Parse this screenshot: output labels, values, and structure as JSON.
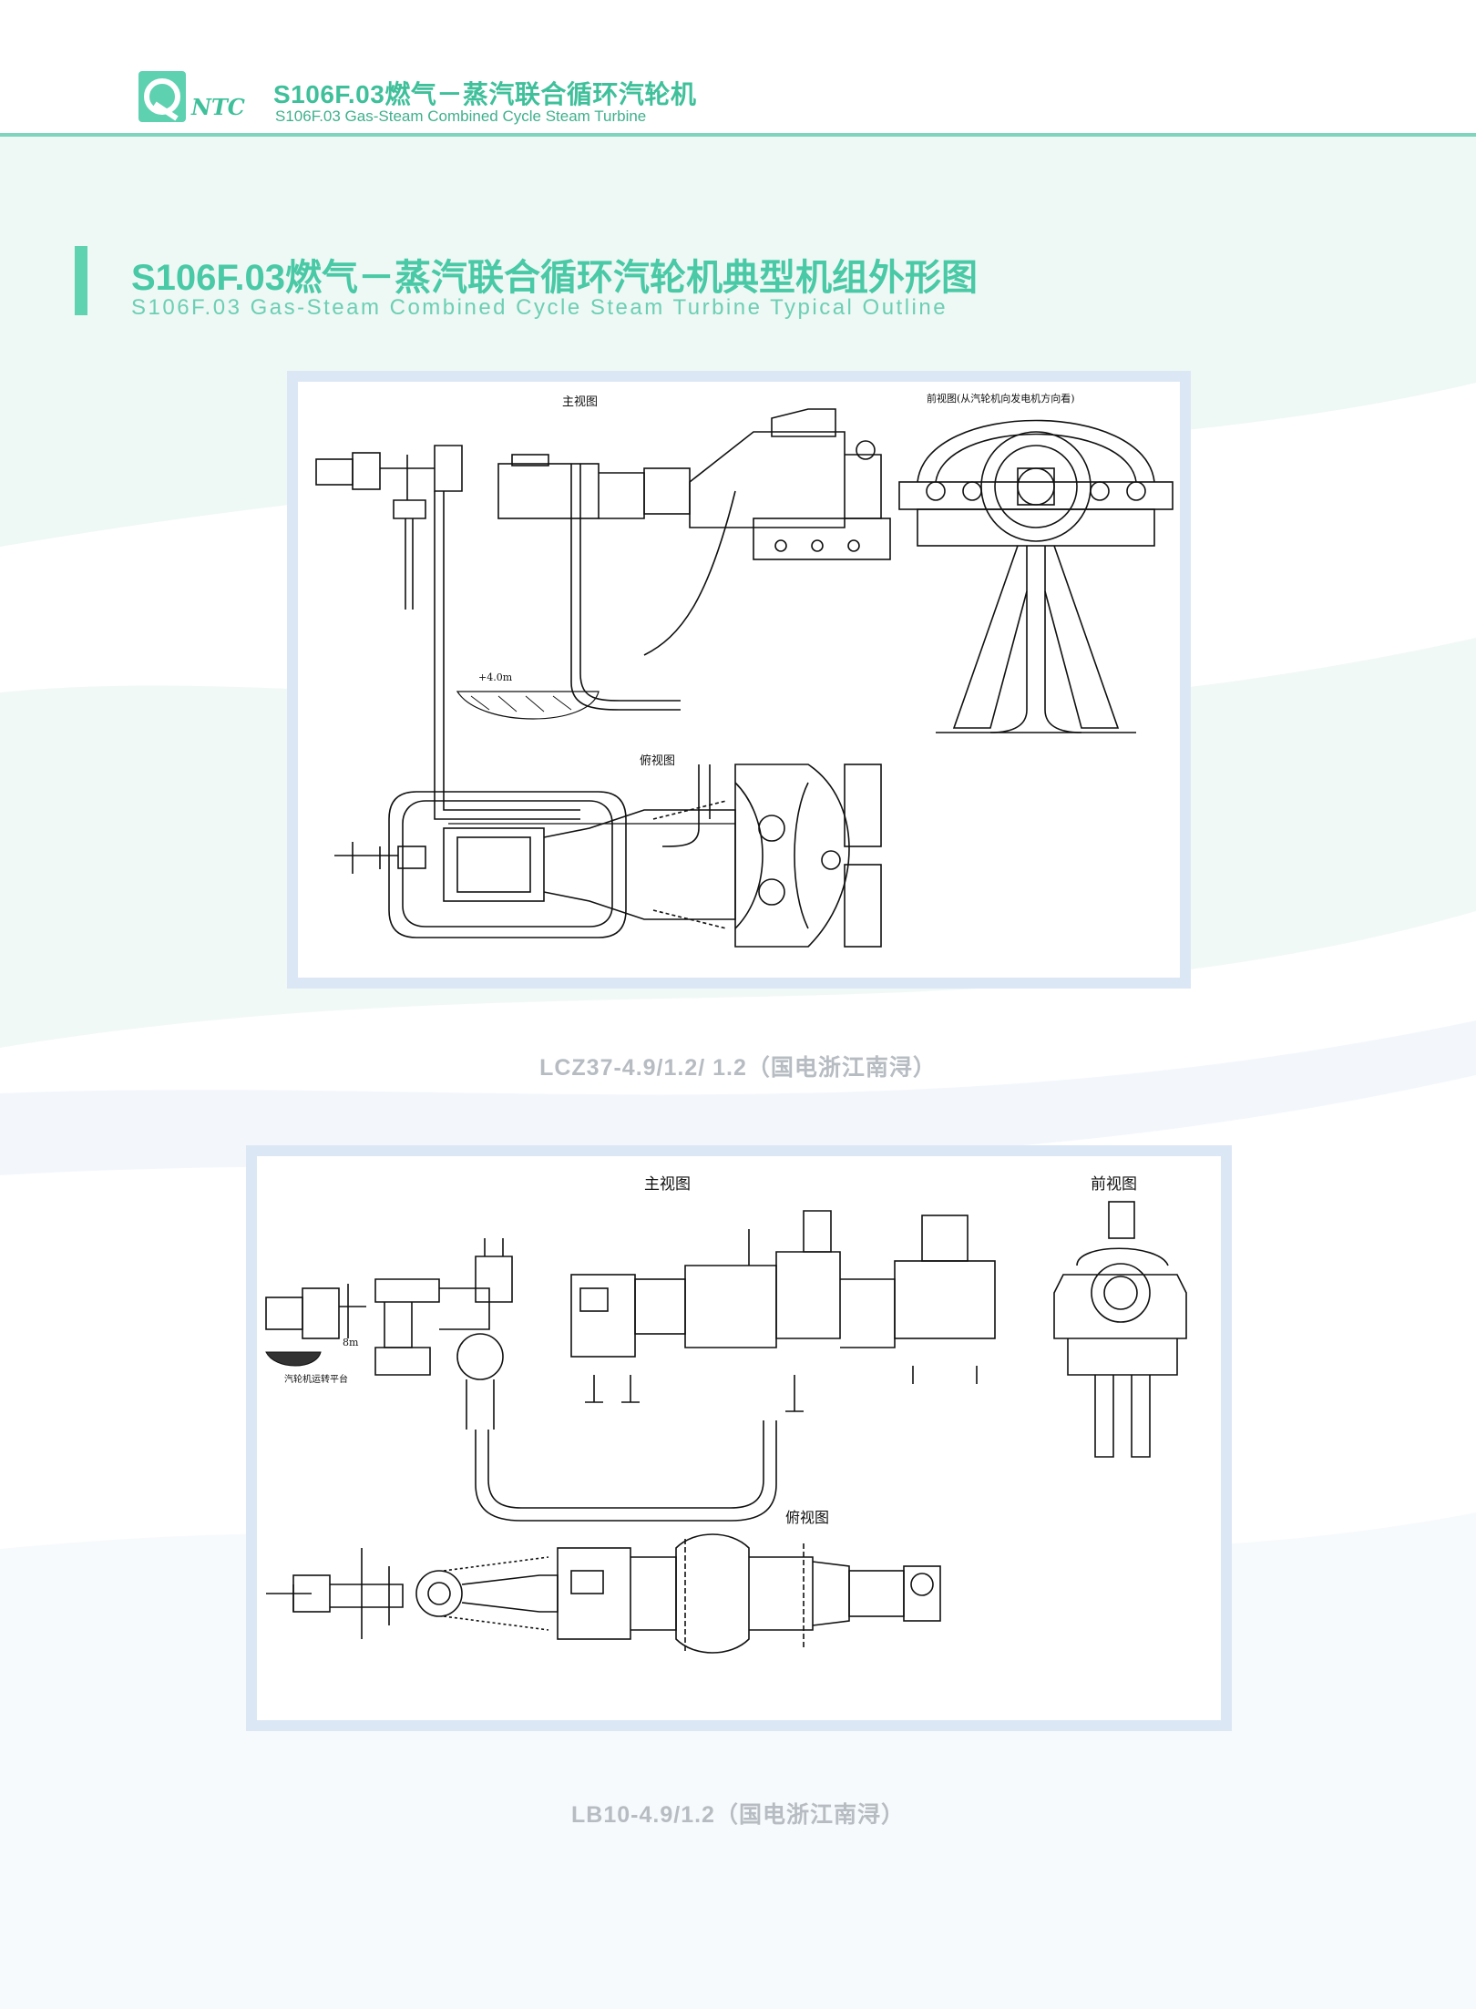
{
  "header": {
    "logo_text": "NTC",
    "title_cn": "S106F.03燃气－蒸汽联合循环汽轮机",
    "title_en": "S106F.03 Gas-Steam Combined Cycle Steam Turbine"
  },
  "section": {
    "title_cn": "S106F.03燃气－蒸汽联合循环汽轮机典型机组外形图",
    "title_en": "S106F.03 Gas-Steam Combined Cycle Steam Turbine Typical Outline"
  },
  "drawings": [
    {
      "caption": "LCZ37-4.9/1.2/ 1.2（国电浙江南浔）",
      "label_main": "主视图",
      "label_front": "前视图(从汽轮机向发电机方向看)",
      "label_top": "俯视图",
      "elevation": "+4.0m"
    },
    {
      "caption": "LB10-4.9/1.2（国电浙江南浔）",
      "label_main": "主视图",
      "label_front": "前视图",
      "label_top": "俯视图",
      "elevation": "8m",
      "platform": "汽轮机运转平台"
    }
  ],
  "colors": {
    "accent": "#49c9a5",
    "frame": "#dce7f6",
    "caption": "#b6bcc2"
  }
}
